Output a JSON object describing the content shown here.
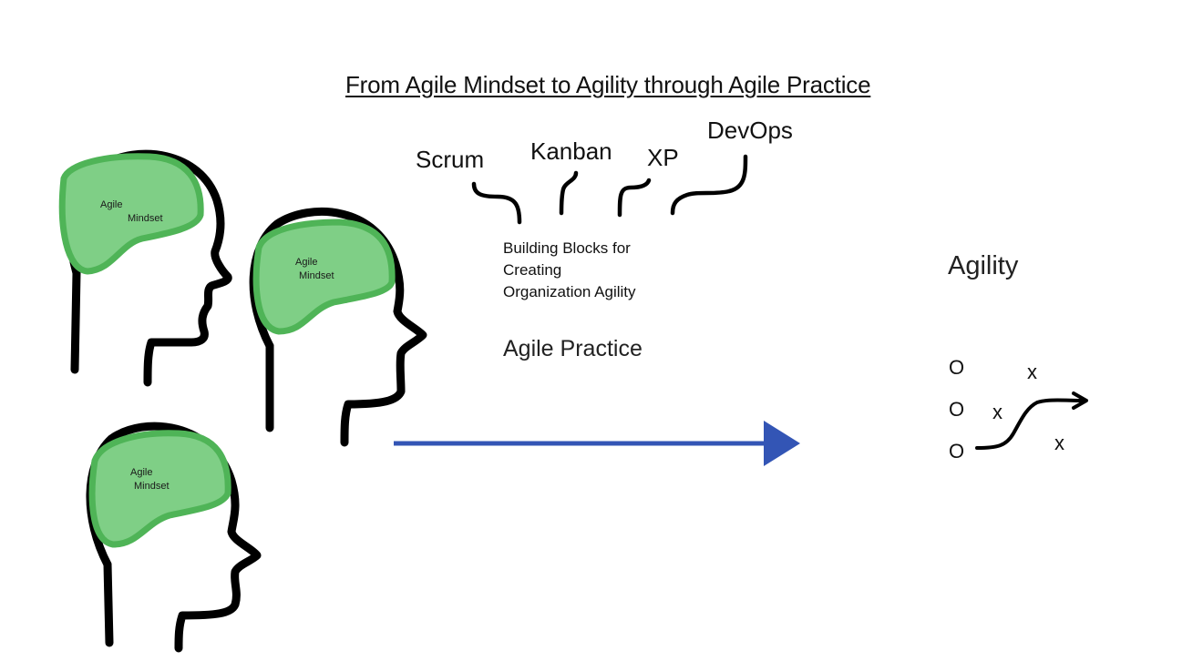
{
  "title": "From Agile Mindset to Agility through Agile Practice",
  "heads": {
    "label_line1": "Agile",
    "label_line2": "Mindset"
  },
  "methods": {
    "scrum": "Scrum",
    "kanban": "Kanban",
    "xp": "XP",
    "devops": "DevOps"
  },
  "building_blocks": {
    "line1": "Building Blocks for",
    "line2": "Creating",
    "line3": "Organization Agility"
  },
  "practice_label": "Agile Practice",
  "agility": {
    "label": "Agility",
    "o_mark": "O",
    "x_mark": "x"
  },
  "colors": {
    "head_outline": "#000000",
    "brain_fill": "#7fcf86",
    "brain_edge": "#4fb457",
    "arrow": "#3355b5"
  }
}
